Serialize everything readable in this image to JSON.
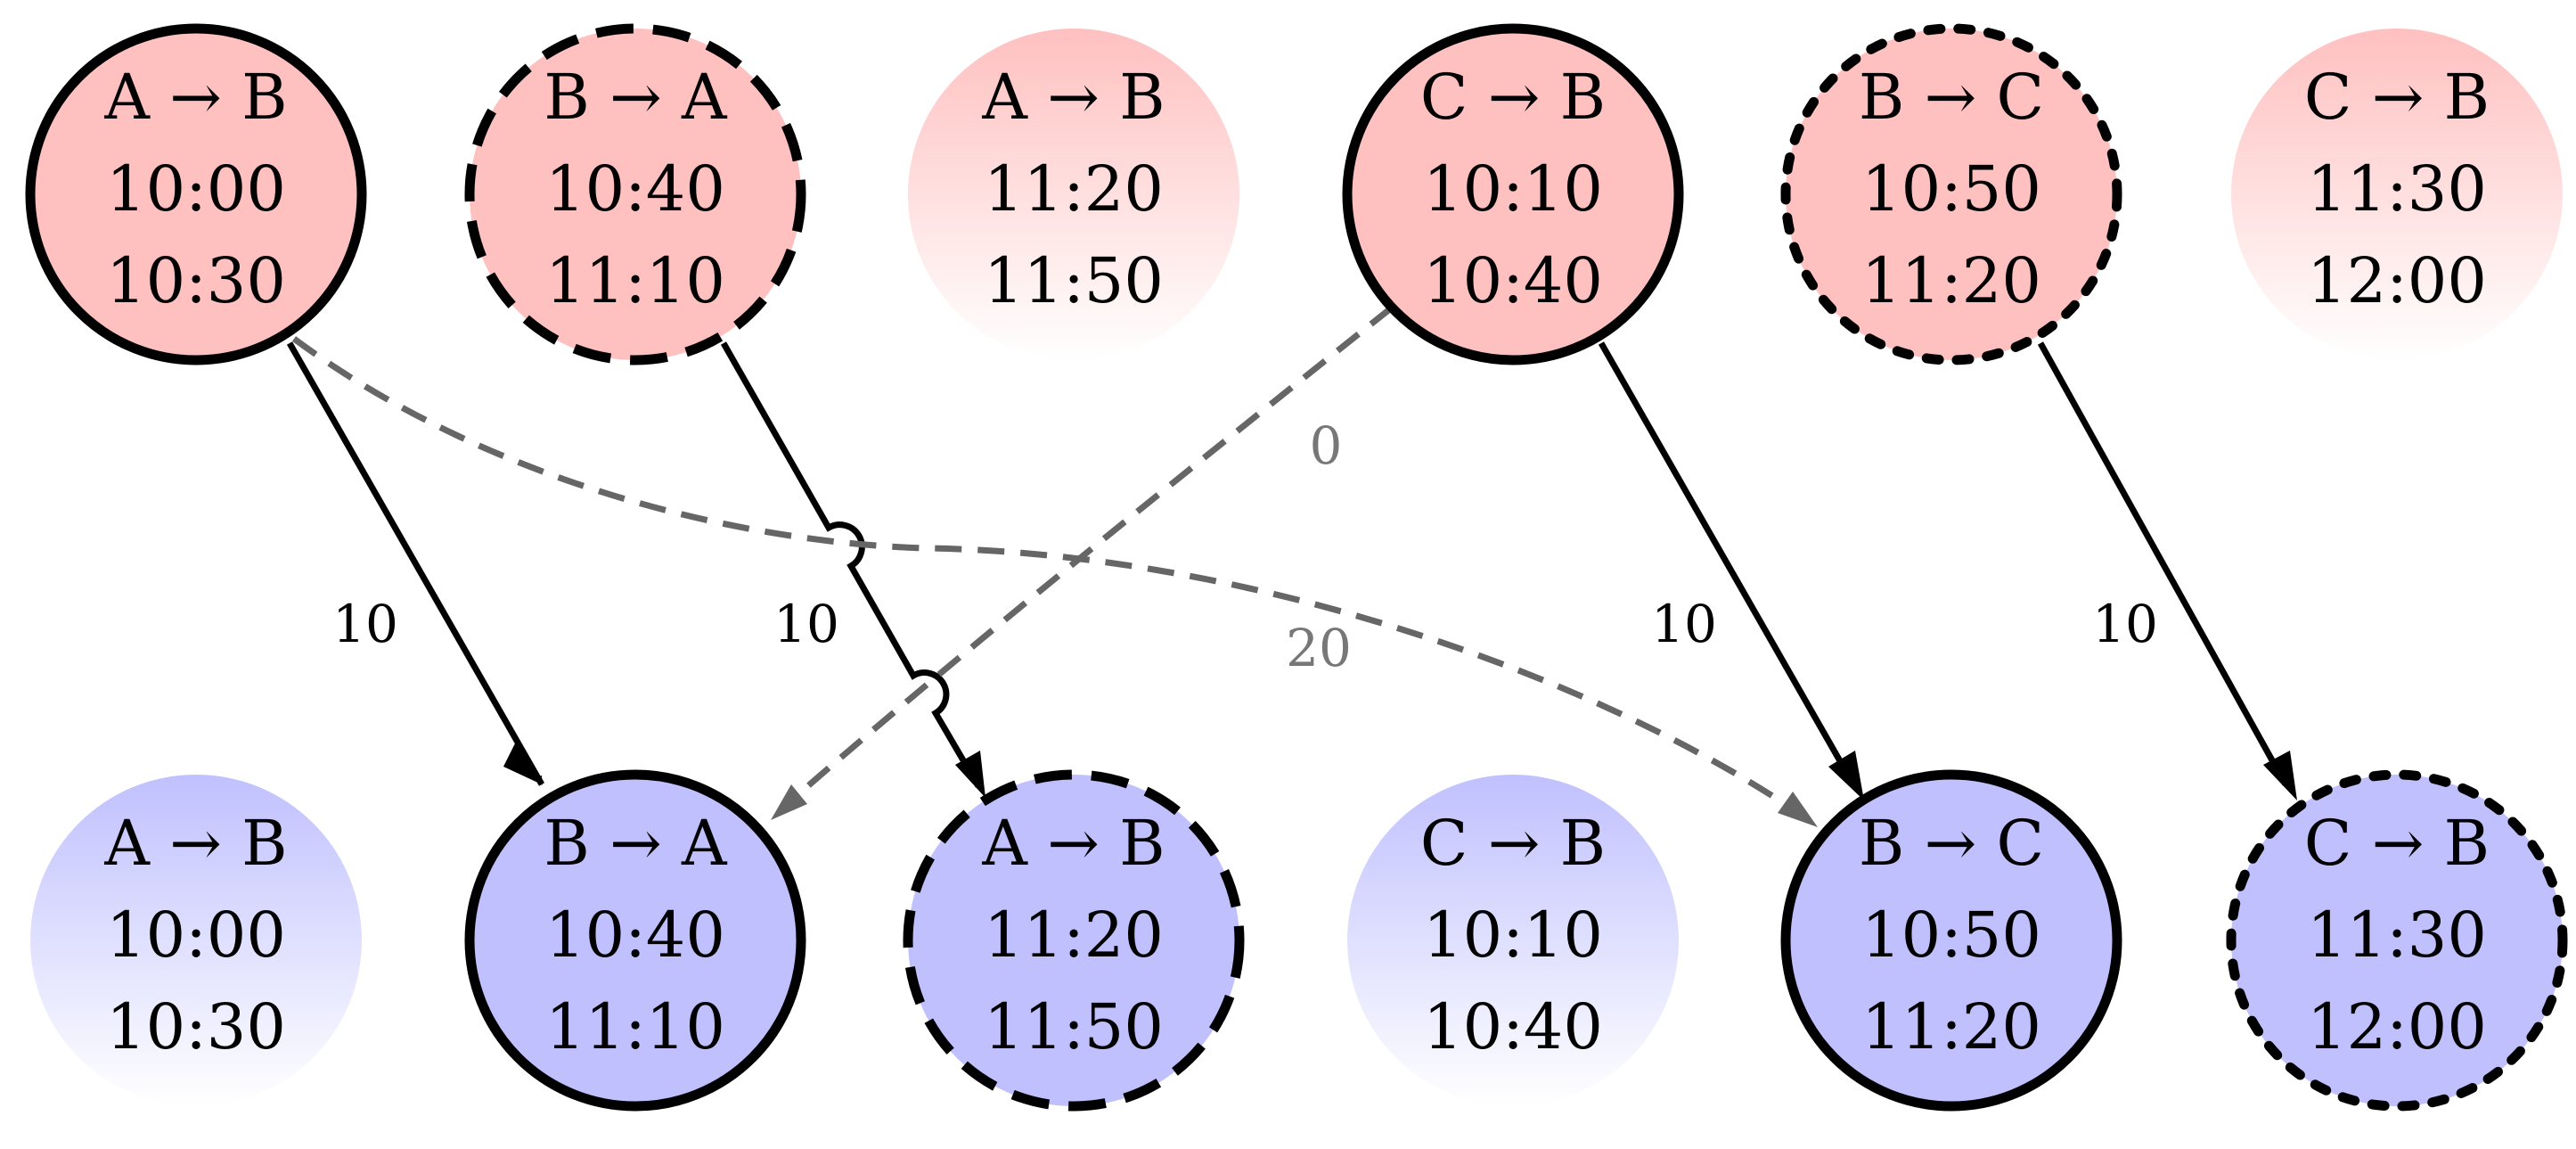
{
  "colors": {
    "top_fill": "#FFC0C0",
    "bottom_fill": "#C0C0FF",
    "stroke": "#000000",
    "grey_edge": "#666666",
    "label_black": "#000000",
    "label_grey": "#777777"
  },
  "nodes": {
    "top": [
      {
        "route": "A → B",
        "dep": "10:00",
        "arr": "10:30",
        "style": "solid"
      },
      {
        "route": "B → A",
        "dep": "10:40",
        "arr": "11:10",
        "style": "dashed"
      },
      {
        "route": "A → B",
        "dep": "11:20",
        "arr": "11:50",
        "style": "faded"
      },
      {
        "route": "C → B",
        "dep": "10:10",
        "arr": "10:40",
        "style": "solid"
      },
      {
        "route": "B → C",
        "dep": "10:50",
        "arr": "11:20",
        "style": "dotted"
      },
      {
        "route": "C → B",
        "dep": "11:30",
        "arr": "12:00",
        "style": "faded"
      }
    ],
    "bottom": [
      {
        "route": "A → B",
        "dep": "10:00",
        "arr": "10:30",
        "style": "faded"
      },
      {
        "route": "B → A",
        "dep": "10:40",
        "arr": "11:10",
        "style": "solid"
      },
      {
        "route": "A → B",
        "dep": "11:20",
        "arr": "11:50",
        "style": "dashed"
      },
      {
        "route": "C → B",
        "dep": "10:10",
        "arr": "10:40",
        "style": "faded"
      },
      {
        "route": "B → C",
        "dep": "10:50",
        "arr": "11:20",
        "style": "solid"
      },
      {
        "route": "C → B",
        "dep": "11:30",
        "arr": "12:00",
        "style": "dotted"
      }
    ]
  },
  "edges": [
    {
      "from": "top.0",
      "to": "bottom.1",
      "label": "10",
      "kind": "solid"
    },
    {
      "from": "top.1",
      "to": "bottom.2",
      "label": "10",
      "kind": "solid"
    },
    {
      "from": "top.3",
      "to": "bottom.4",
      "label": "10",
      "kind": "solid"
    },
    {
      "from": "top.4",
      "to": "bottom.5",
      "label": "10",
      "kind": "solid"
    },
    {
      "from": "top.3",
      "to": "bottom.1",
      "label": "0",
      "kind": "dashed-grey"
    },
    {
      "from": "top.0",
      "to": "bottom.4",
      "label": "20",
      "kind": "dashed-grey"
    }
  ]
}
